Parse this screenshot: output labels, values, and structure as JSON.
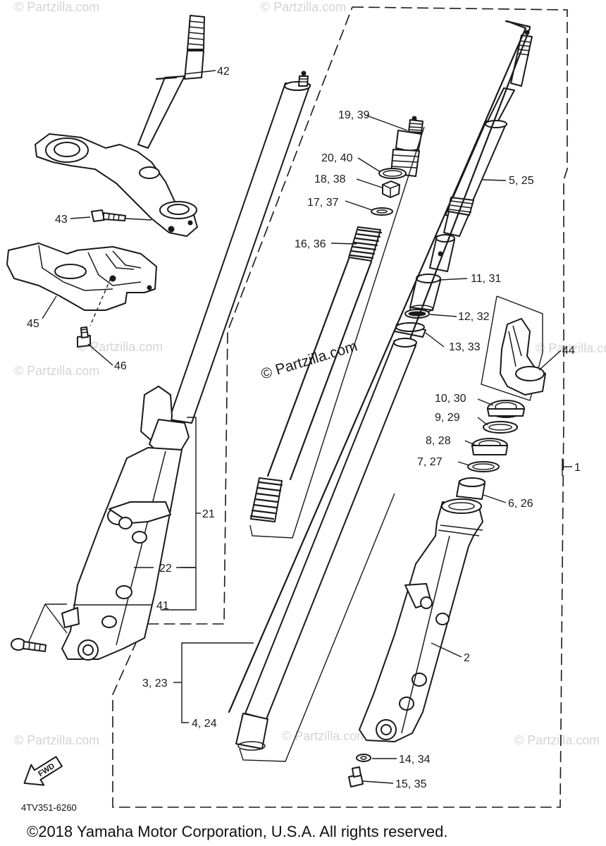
{
  "watermarks": {
    "main": "© Partzilla.com",
    "repeat": "© Partzilla.com"
  },
  "diagram_code": "4TV351-6260",
  "fwd_label": "FWD",
  "copyright": "©2018 Yamaha Motor Corporation, U.S.A. All rights reserved.",
  "callouts": {
    "c42": "42",
    "c43": "43",
    "c45": "45",
    "c46": "46",
    "c21": "21",
    "c22": "22",
    "c41": "41",
    "c19": "19, 39",
    "c20": "20, 40",
    "c18": "18, 38",
    "c17": "17, 37",
    "c16": "16, 36",
    "c5": "5, 25",
    "c11": "11, 31",
    "c12": "12, 32",
    "c13": "13, 33",
    "c44": "44",
    "c10": "10, 30",
    "c9": "9, 29",
    "c8": "8, 28",
    "c7": "7, 27",
    "c1": "1",
    "c6": "6, 26",
    "c2": "2",
    "c3": "3, 23",
    "c4": "4, 24",
    "c14": "14, 34",
    "c15": "15, 35"
  }
}
